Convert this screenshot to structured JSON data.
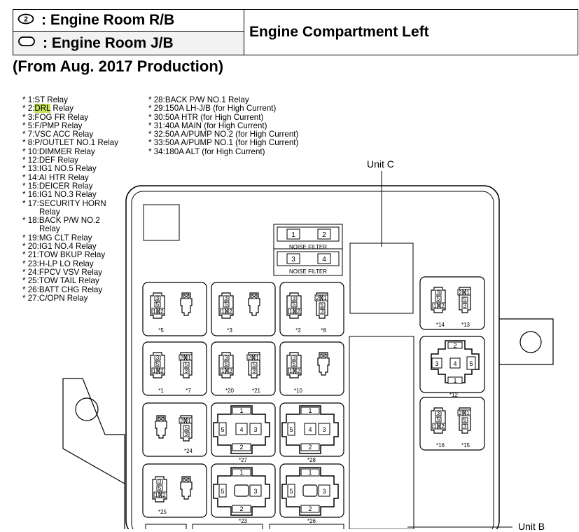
{
  "header": {
    "rb_label": ": Engine Room R/B",
    "rb_symbol": "2",
    "jb_label": ": Engine Room J/B",
    "title": "Engine Compartment Left"
  },
  "production_note": "(From Aug. 2017 Production)",
  "legend_left": [
    "* 1:ST Relay",
    "* 2:",
    "* 3:FOG FR Relay",
    "* 5:F/PMP Relay",
    "* 7:VSC ACC Relay",
    "* 8:P/OUTLET NO.1 Relay",
    "* 10:DIMMER Relay",
    "* 12:DEF Relay",
    "* 13:IG1 NO.5 Relay",
    "* 14:AI HTR Relay",
    "* 15:DEICER Relay",
    "* 16:IG1 NO.3 Relay",
    "* 17:SECURITY HORN",
    "Relay",
    "* 18:BACK P/W NO.2",
    "Relay",
    "* 19:MG CLT Relay",
    "* 20:IG1 NO.4 Relay",
    "* 21:TOW BKUP Relay",
    "* 23:H-LP LO Relay",
    "* 24:FPCV VSV Relay",
    "* 25:TOW TAIL Relay",
    "* 26:BATT CHG Relay",
    "* 27:C/OPN Relay"
  ],
  "drl_highlight": "DRL",
  "drl_suffix": " Relay",
  "legend_right": [
    "* 28:BACK P/W NO.1 Relay",
    "* 29:150A LH-J/B (for High Current)",
    "* 30:50A HTR (for High Current)",
    "* 31:40A MAIN (for High Current)",
    "* 32:50A A/PUMP NO.2 (for High Current)",
    "* 33:50A A/PUMP NO.1 (for High Current)",
    "* 34:180A ALT (for High Current)"
  ],
  "unit_c": "Unit C",
  "unit_b": "Unit B",
  "noise_filter": {
    "label": "NOISE FILTER",
    "top_pins": [
      "1",
      "2"
    ],
    "bottom_pins": [
      "3",
      "4"
    ]
  },
  "relay_pins": {
    "p1": "1",
    "p2": "2",
    "p3": "3",
    "p4": "4",
    "p5": "5"
  },
  "relay_labels": {
    "r5": "*5",
    "r3": "*3",
    "r2": "*2",
    "r8": "*8",
    "r1": "*1",
    "r7": "*7",
    "r20": "*20",
    "r21": "*21",
    "r10": "*10",
    "r24": "*24",
    "r27": "*27",
    "r28": "*28",
    "r25": "*25",
    "r23": "*23",
    "r26": "*26",
    "r14": "*14",
    "r13": "*13",
    "r12": "*12",
    "r16": "*16",
    "r15": "*15"
  }
}
